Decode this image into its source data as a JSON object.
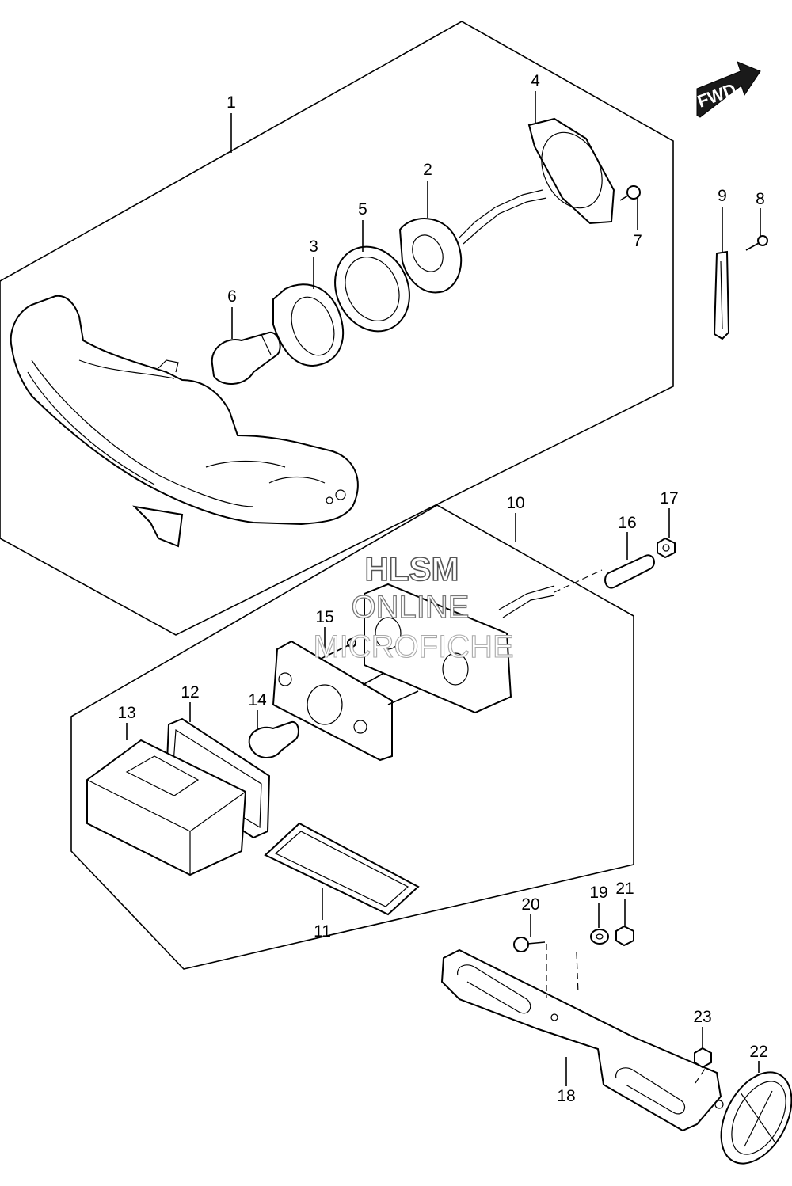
{
  "callouts": {
    "c1": "1",
    "c2": "2",
    "c3": "3",
    "c4": "4",
    "c5": "5",
    "c6": "6",
    "c7": "7",
    "c8": "8",
    "c9": "9",
    "c10": "10",
    "c11": "11",
    "c12": "12",
    "c13": "13",
    "c14": "14",
    "c15": "15",
    "c16": "16",
    "c17": "17",
    "c18": "18",
    "c19": "19",
    "c20": "20",
    "c21": "21",
    "c22": "22",
    "c23": "23"
  },
  "fwd_label": "FWD",
  "watermark": {
    "line1": "HLSM",
    "line2": "ONLINE",
    "line3": "MICROFICHE"
  }
}
